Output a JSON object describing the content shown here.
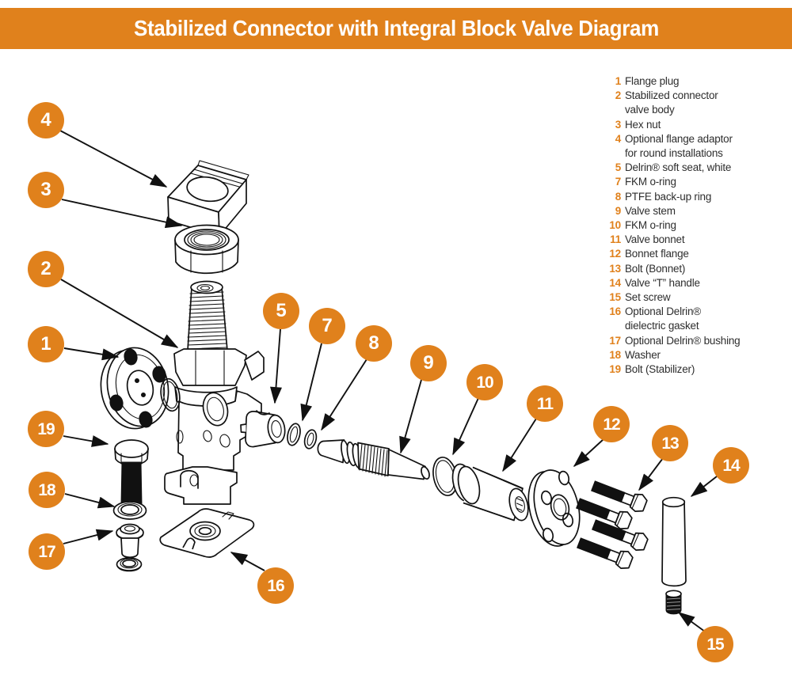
{
  "header": {
    "title": "Stabilized Connector with Integral Block Valve Diagram"
  },
  "colors": {
    "accent_orange": "#E0811C",
    "line_color": "#111111",
    "title_text": "#FFFFFF",
    "legend_text": "#2E2E2E",
    "background": "#FFFFFF"
  },
  "legend": {
    "items": [
      {
        "number": "1",
        "label": "Flange plug"
      },
      {
        "number": "2",
        "label": "Stabilized connector\nvalve body"
      },
      {
        "number": "3",
        "label": "Hex nut"
      },
      {
        "number": "4",
        "label": "Optional flange adaptor\nfor round installations"
      },
      {
        "number": "5",
        "label": "Delrin® soft seat, white"
      },
      {
        "number": "7",
        "label": "FKM o-ring"
      },
      {
        "number": "8",
        "label": "PTFE back-up ring"
      },
      {
        "number": "9",
        "label": "Valve stem"
      },
      {
        "number": "10",
        "label": "FKM o-ring"
      },
      {
        "number": "11",
        "label": "Valve bonnet"
      },
      {
        "number": "12",
        "label": "Bonnet flange"
      },
      {
        "number": "13",
        "label": "Bolt (Bonnet)"
      },
      {
        "number": "14",
        "label": "Valve “T” handle"
      },
      {
        "number": "15",
        "label": "Set screw"
      },
      {
        "number": "16",
        "label": "Optional Delrin®\ndielectric gasket"
      },
      {
        "number": "17",
        "label": "Optional Delrin® bushing"
      },
      {
        "number": "18",
        "label": "Washer"
      },
      {
        "number": "19",
        "label": "Bolt (Stabilizer)"
      }
    ]
  },
  "callouts": [
    {
      "number": "1",
      "points_to": "Flange plug"
    },
    {
      "number": "2",
      "points_to": "Stabilized connector valve body"
    },
    {
      "number": "3",
      "points_to": "Hex nut"
    },
    {
      "number": "4",
      "points_to": "Optional flange adaptor for round installations"
    },
    {
      "number": "5",
      "points_to": "Delrin soft seat, white"
    },
    {
      "number": "7",
      "points_to": "FKM o-ring"
    },
    {
      "number": "8",
      "points_to": "PTFE back-up ring"
    },
    {
      "number": "9",
      "points_to": "Valve stem"
    },
    {
      "number": "10",
      "points_to": "FKM o-ring"
    },
    {
      "number": "11",
      "points_to": "Valve bonnet"
    },
    {
      "number": "12",
      "points_to": "Bonnet flange"
    },
    {
      "number": "13",
      "points_to": "Bolt (Bonnet)"
    },
    {
      "number": "14",
      "points_to": "Valve T handle"
    },
    {
      "number": "15",
      "points_to": "Set screw"
    },
    {
      "number": "16",
      "points_to": "Optional Delrin dielectric gasket"
    },
    {
      "number": "17",
      "points_to": "Optional Delrin bushing"
    },
    {
      "number": "18",
      "points_to": "Washer"
    },
    {
      "number": "19",
      "points_to": "Bolt (Stabilizer)"
    }
  ]
}
